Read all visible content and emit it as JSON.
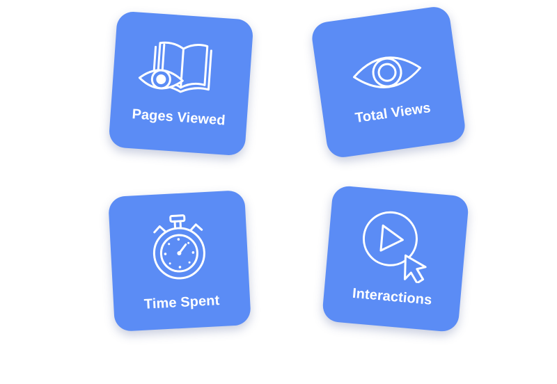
{
  "cards": [
    {
      "label": "Pages Viewed",
      "icon": "book-eye-icon"
    },
    {
      "label": "Total Views",
      "icon": "eye-icon"
    },
    {
      "label": "Time Spent",
      "icon": "stopwatch-icon"
    },
    {
      "label": "Interactions",
      "icon": "play-cursor-icon"
    }
  ],
  "colors": {
    "card_background": "#5b8cf5",
    "icon_and_text": "#ffffff",
    "page_background": "#ffffff"
  }
}
